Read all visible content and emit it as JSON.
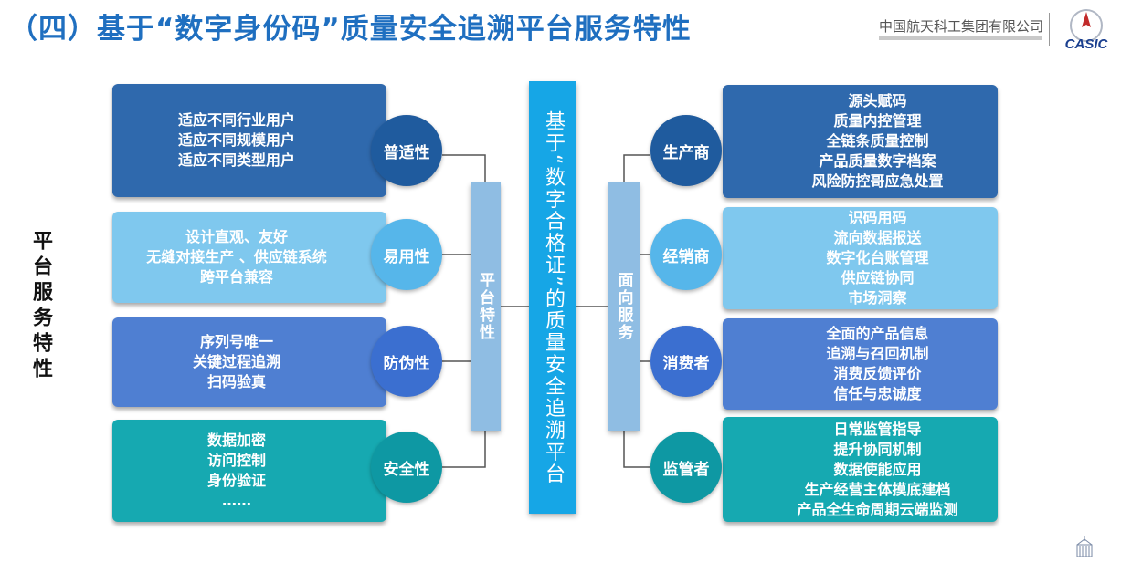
{
  "header": {
    "title": "（四）基于“数字身份码”质量安全追溯平台服务特性",
    "company": "中国航天科工集团有限公司",
    "logo_text": "CASIC"
  },
  "side_title": "平台服务特性",
  "platform_traits": {
    "label": "平台特性",
    "items": [
      {
        "circle": "普适性",
        "lines": [
          "适应不同行业用户",
          "适应不同规模用户",
          "适应不同类型用户"
        ]
      },
      {
        "circle": "易用性",
        "lines": [
          "设计直观、友好",
          "无缝对接生产 、供应链系统",
          "跨平台兼容"
        ]
      },
      {
        "circle": "防伪性",
        "lines": [
          "序列号唯一",
          "关键过程追溯",
          "扫码验真"
        ]
      },
      {
        "circle": "安全性",
        "lines": [
          "数据加密",
          "访问控制",
          "身份验证",
          "……"
        ]
      }
    ]
  },
  "center": {
    "label": "基于“数字合格证”的质量安全追溯平台"
  },
  "service_targets": {
    "label": "面向服务",
    "items": [
      {
        "circle": "生产商",
        "lines": [
          "源头赋码",
          "质量内控管理",
          "全链条质量控制",
          "产品质量数字档案",
          "风险防控哥应急处置"
        ]
      },
      {
        "circle": "经销商",
        "lines": [
          "识码用码",
          "流向数据报送",
          "数字化台账管理",
          "供应链协同",
          "市场洞察"
        ]
      },
      {
        "circle": "消费者",
        "lines": [
          "全面的产品信息",
          "追溯与召回机制",
          "消费反馈评价",
          "信任与忠诚度"
        ]
      },
      {
        "circle": "监管者",
        "lines": [
          "日常监管指导",
          "提升协同机制",
          "数据使能应用",
          "生产经营主体摸底建档",
          "产品全生命周期云端监测"
        ]
      }
    ]
  }
}
